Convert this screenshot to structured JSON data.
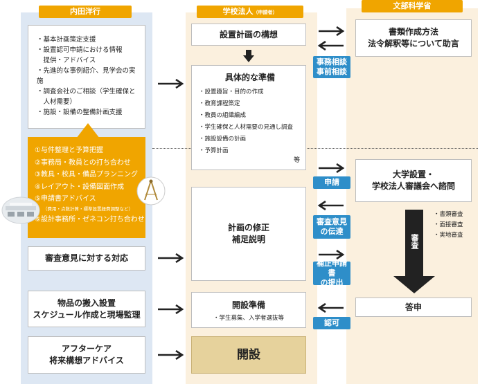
{
  "columns": {
    "uchida": {
      "title": "内田洋行"
    },
    "corp": {
      "title": "学校法人",
      "sub": "（申請者）"
    },
    "mext": {
      "title": "文部科学省"
    }
  },
  "uchida": {
    "top_items": [
      "・基本計画策定支援",
      "・設置認可申請における情報",
      "　提供・アドバイス",
      "・先進的な事例紹介、見学会の実施",
      "・調査会社のご相談（学生確保と",
      "　人材需要）",
      "・施設・設備の整備計画支援"
    ],
    "orange_items": [
      "①与件整理と予算把握",
      "②事務局・教員との打ち合わせ",
      "③教具・校具・備品プランニング",
      "④レイアウト・設備図面作成",
      "⑤申請書アドバイス",
      "（費用・点数計算・標準設置経費調整など）",
      "⑥設計事務所・ゼネコン打ち合わせ"
    ],
    "review_response": "審査意見に対する対応",
    "delivery": [
      "物品の搬入設置",
      "スケジュール作成と現場監理"
    ],
    "aftercare": [
      "アフターケア",
      "将来構想アドバイス"
    ]
  },
  "corp": {
    "concept": "設置計画の構想",
    "prep_title": "具体的な準備",
    "prep_items": [
      "・設置趣旨・目的の作成",
      "・教育課程策定",
      "・教員の組織編成",
      "・学生確保と人材需要の見通し調査",
      "・施設設備の計画",
      "・予算計画"
    ],
    "prep_etc": "等",
    "revision": [
      "計画の修正",
      "補足説明"
    ],
    "opening_prep_title": "開設準備",
    "opening_prep_item": "・学生募集、入学者選抜等",
    "opening": "開設"
  },
  "mext": {
    "advice": [
      "書類作成方法",
      "法令解釈等について助言"
    ],
    "council": [
      "大学設置・",
      "学校法人審議会へ諮問"
    ],
    "review_items": [
      "・書類審査",
      "・面接審査",
      "・実地審査"
    ],
    "review_label": "審査",
    "report": "答申"
  },
  "tags": {
    "consult": [
      "事務相談",
      "事前相談"
    ],
    "apply": "申請",
    "opinion": [
      "審査意見",
      "の伝達"
    ],
    "supplement": [
      "補正申請書",
      "の提出"
    ],
    "approval": "認可"
  },
  "colors": {
    "uchida_bg": "#dde7f3",
    "corp_bg": "#fbf0de",
    "mext_bg": "#fbf0de",
    "header": "#f0a500",
    "tag": "#2e8ec9",
    "orange": "#f0a500",
    "opening": "#e6d29c"
  }
}
